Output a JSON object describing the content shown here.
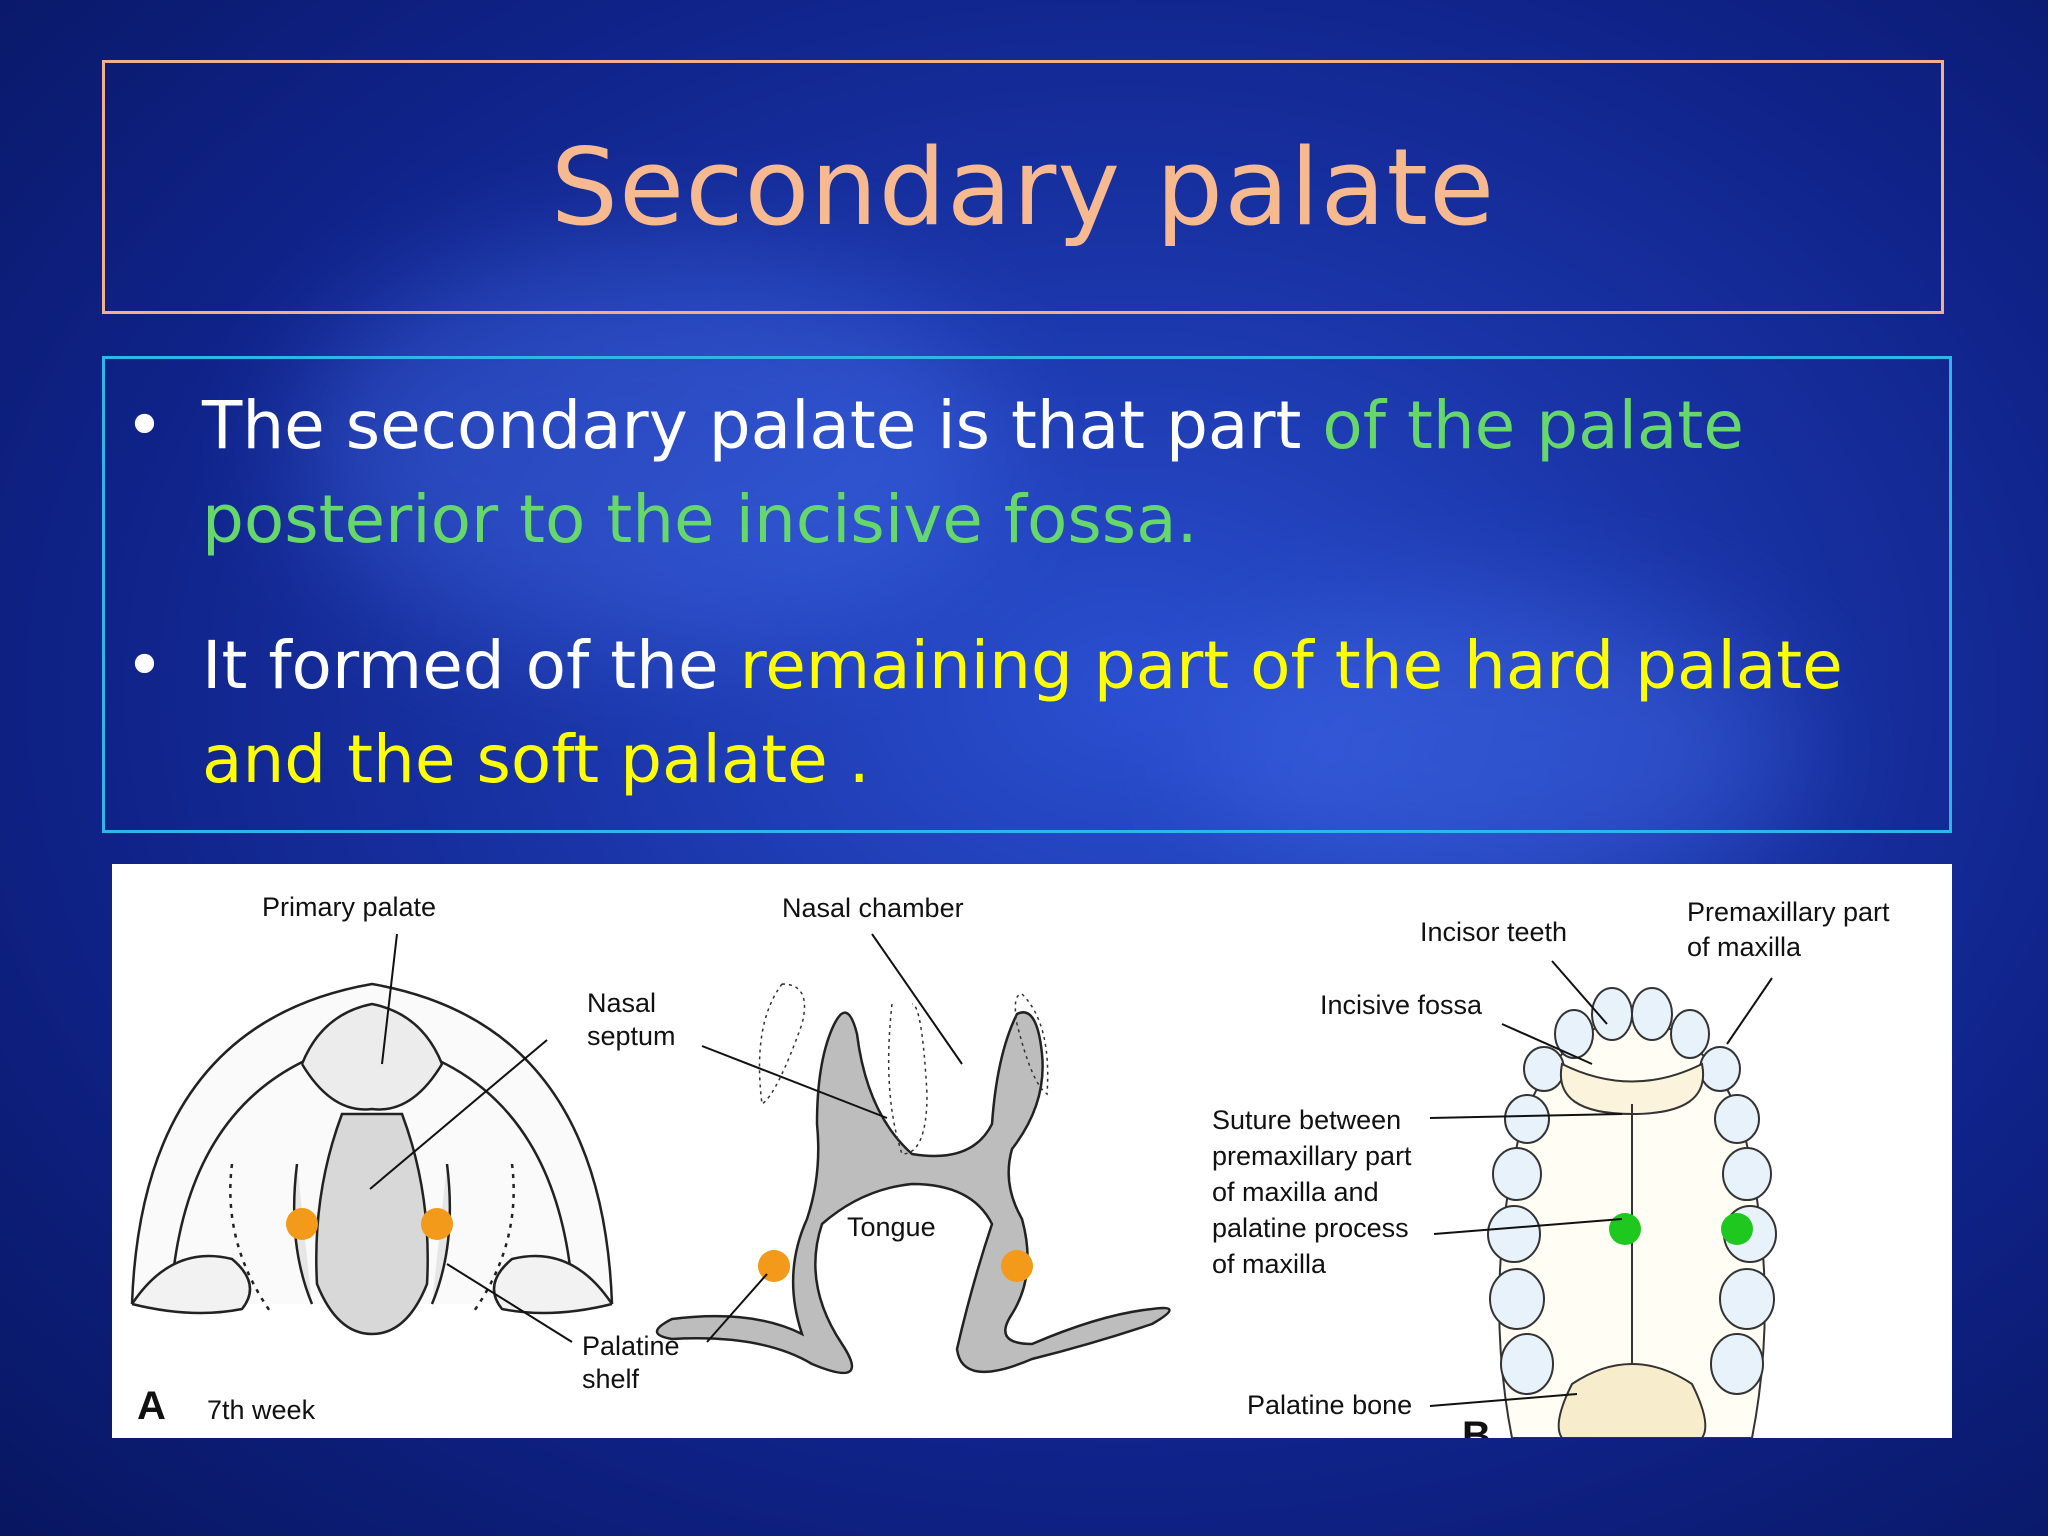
{
  "slide": {
    "title": "Secondary palate",
    "bullets": [
      {
        "marker": "•",
        "text_plain": "The secondary palate is that part ",
        "text_highlight": "of the palate posterior to the incisive fossa.",
        "highlight_color": "#66d86b"
      },
      {
        "marker": "•",
        "text_plain": "It formed of the ",
        "text_highlight": "remaining part of the hard palate and the soft palate .",
        "highlight_color": "#ffff00"
      }
    ]
  },
  "figure": {
    "left_panel": {
      "primary_palate": "Primary palate",
      "nasal_septum_1": "Nasal",
      "nasal_septum_2": "septum",
      "panel_letter": "A",
      "week": "7th week"
    },
    "middle_panel": {
      "nasal_chamber": "Nasal chamber",
      "tongue": "Tongue",
      "palatine_shelf_1": "Palatine",
      "palatine_shelf_2": "shelf"
    },
    "right_panel": {
      "incisor_teeth": "Incisor teeth",
      "premaxillary_1": "Premaxillary part",
      "premaxillary_2": "of maxilla",
      "incisive_fossa": "Incisive fossa",
      "suture_1": "Suture between",
      "suture_2": "premaxillary part",
      "suture_3": "of maxilla and",
      "suture_4": "palatine process",
      "suture_5": "of maxilla",
      "palatine_bone": "Palatine bone",
      "panel_letter": "B"
    },
    "marker_colors": {
      "orange": "#f39a1b",
      "green": "#1ec81e"
    }
  }
}
